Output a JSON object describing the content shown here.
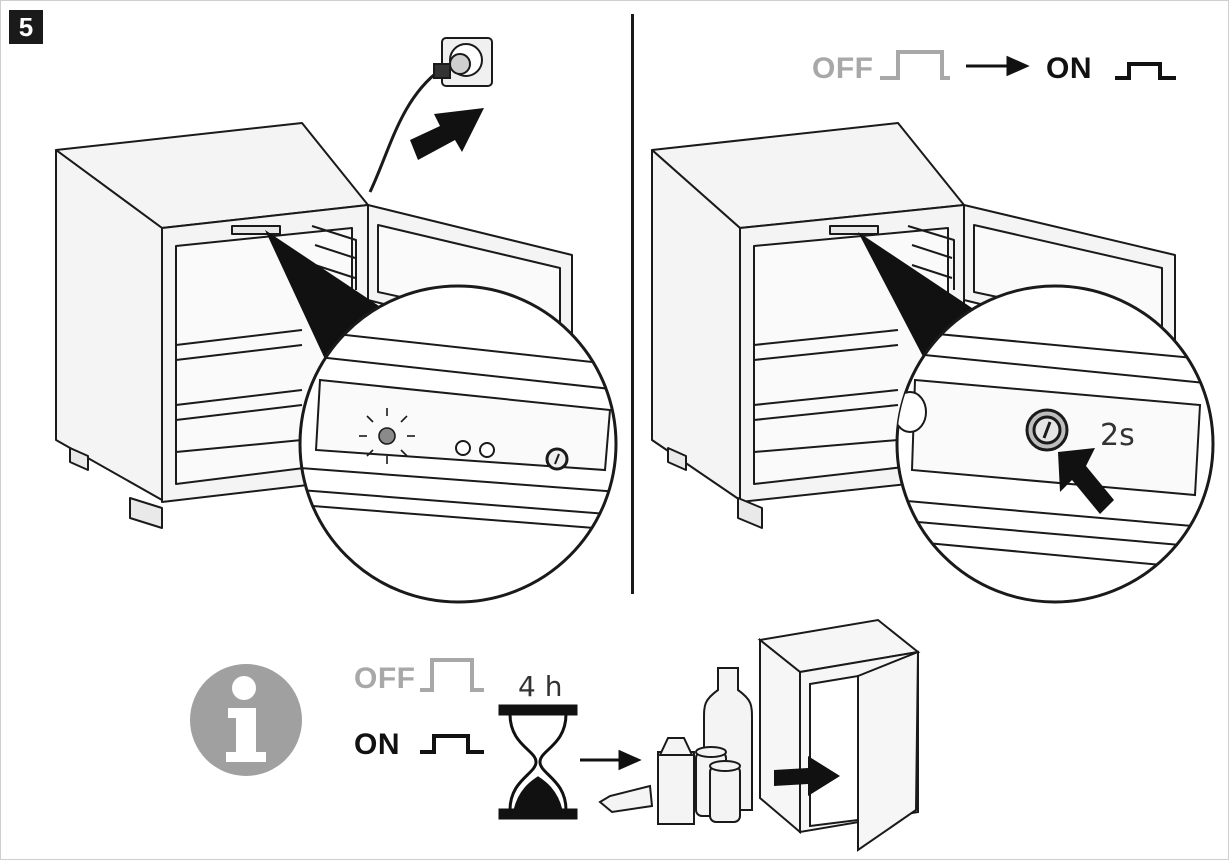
{
  "step": {
    "number": "5"
  },
  "panel_top_right": {
    "off_label": "OFF",
    "on_label": "ON",
    "press_duration": "2s"
  },
  "panel_bottom": {
    "off_label": "OFF",
    "on_label": "ON",
    "wait_time": "4 h"
  },
  "colors": {
    "line": "#1a1a1a",
    "off_gray": "#a8a8a8",
    "info_gray": "#a0a0a0",
    "fill_light": "#f2f2f2"
  },
  "icons": [
    "power-plug-icon",
    "blinking-led-icon",
    "button-press-arrow-icon",
    "info-icon",
    "hourglass-icon",
    "insert-food-arrow-icon"
  ]
}
